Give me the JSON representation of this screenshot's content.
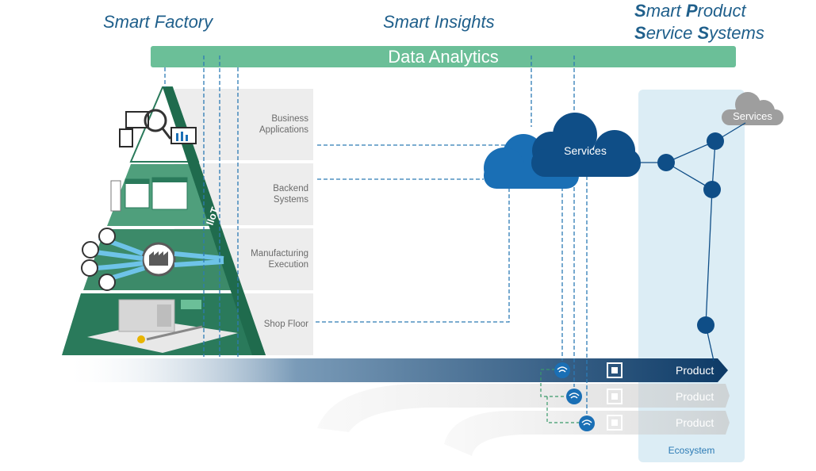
{
  "headings": {
    "smart_factory": "Smart Factory",
    "smart_insights": "Smart Insights",
    "pss_line1_a": "S",
    "pss_line1_b": "mart ",
    "pss_line1_c": "P",
    "pss_line1_d": "roduct",
    "pss_line2_a": "S",
    "pss_line2_b": "ervice ",
    "pss_line2_c": "S",
    "pss_line2_d": "ystems"
  },
  "data_analytics": "Data Analytics",
  "layers": [
    {
      "label": "Business\nApplications"
    },
    {
      "label": "Backend\nSystems"
    },
    {
      "label": "Manufacturing\nExecution"
    },
    {
      "label": "Shop Floor"
    }
  ],
  "iiot_label": "IIoT",
  "cloud_services_label": "Services",
  "ecosystem_services_label": "Services",
  "ecosystem_label": "Ecosystem",
  "products": [
    {
      "label": "Product"
    },
    {
      "label": "Product"
    },
    {
      "label": "Product"
    }
  ],
  "colors": {
    "heading": "#1f5f8b",
    "analytics_bar": "#6bbf98",
    "pyramid_dark": "#2a7a5b",
    "pyramid_light": "#5fae8a",
    "cloud_dark": "#0f4e87",
    "cloud_light": "#1a6fb5",
    "node": "#0f4e87",
    "ecosystem_bg": "#dcedf5",
    "product_dark": "#0d3a66",
    "product_grey": "#c8c8c8"
  }
}
